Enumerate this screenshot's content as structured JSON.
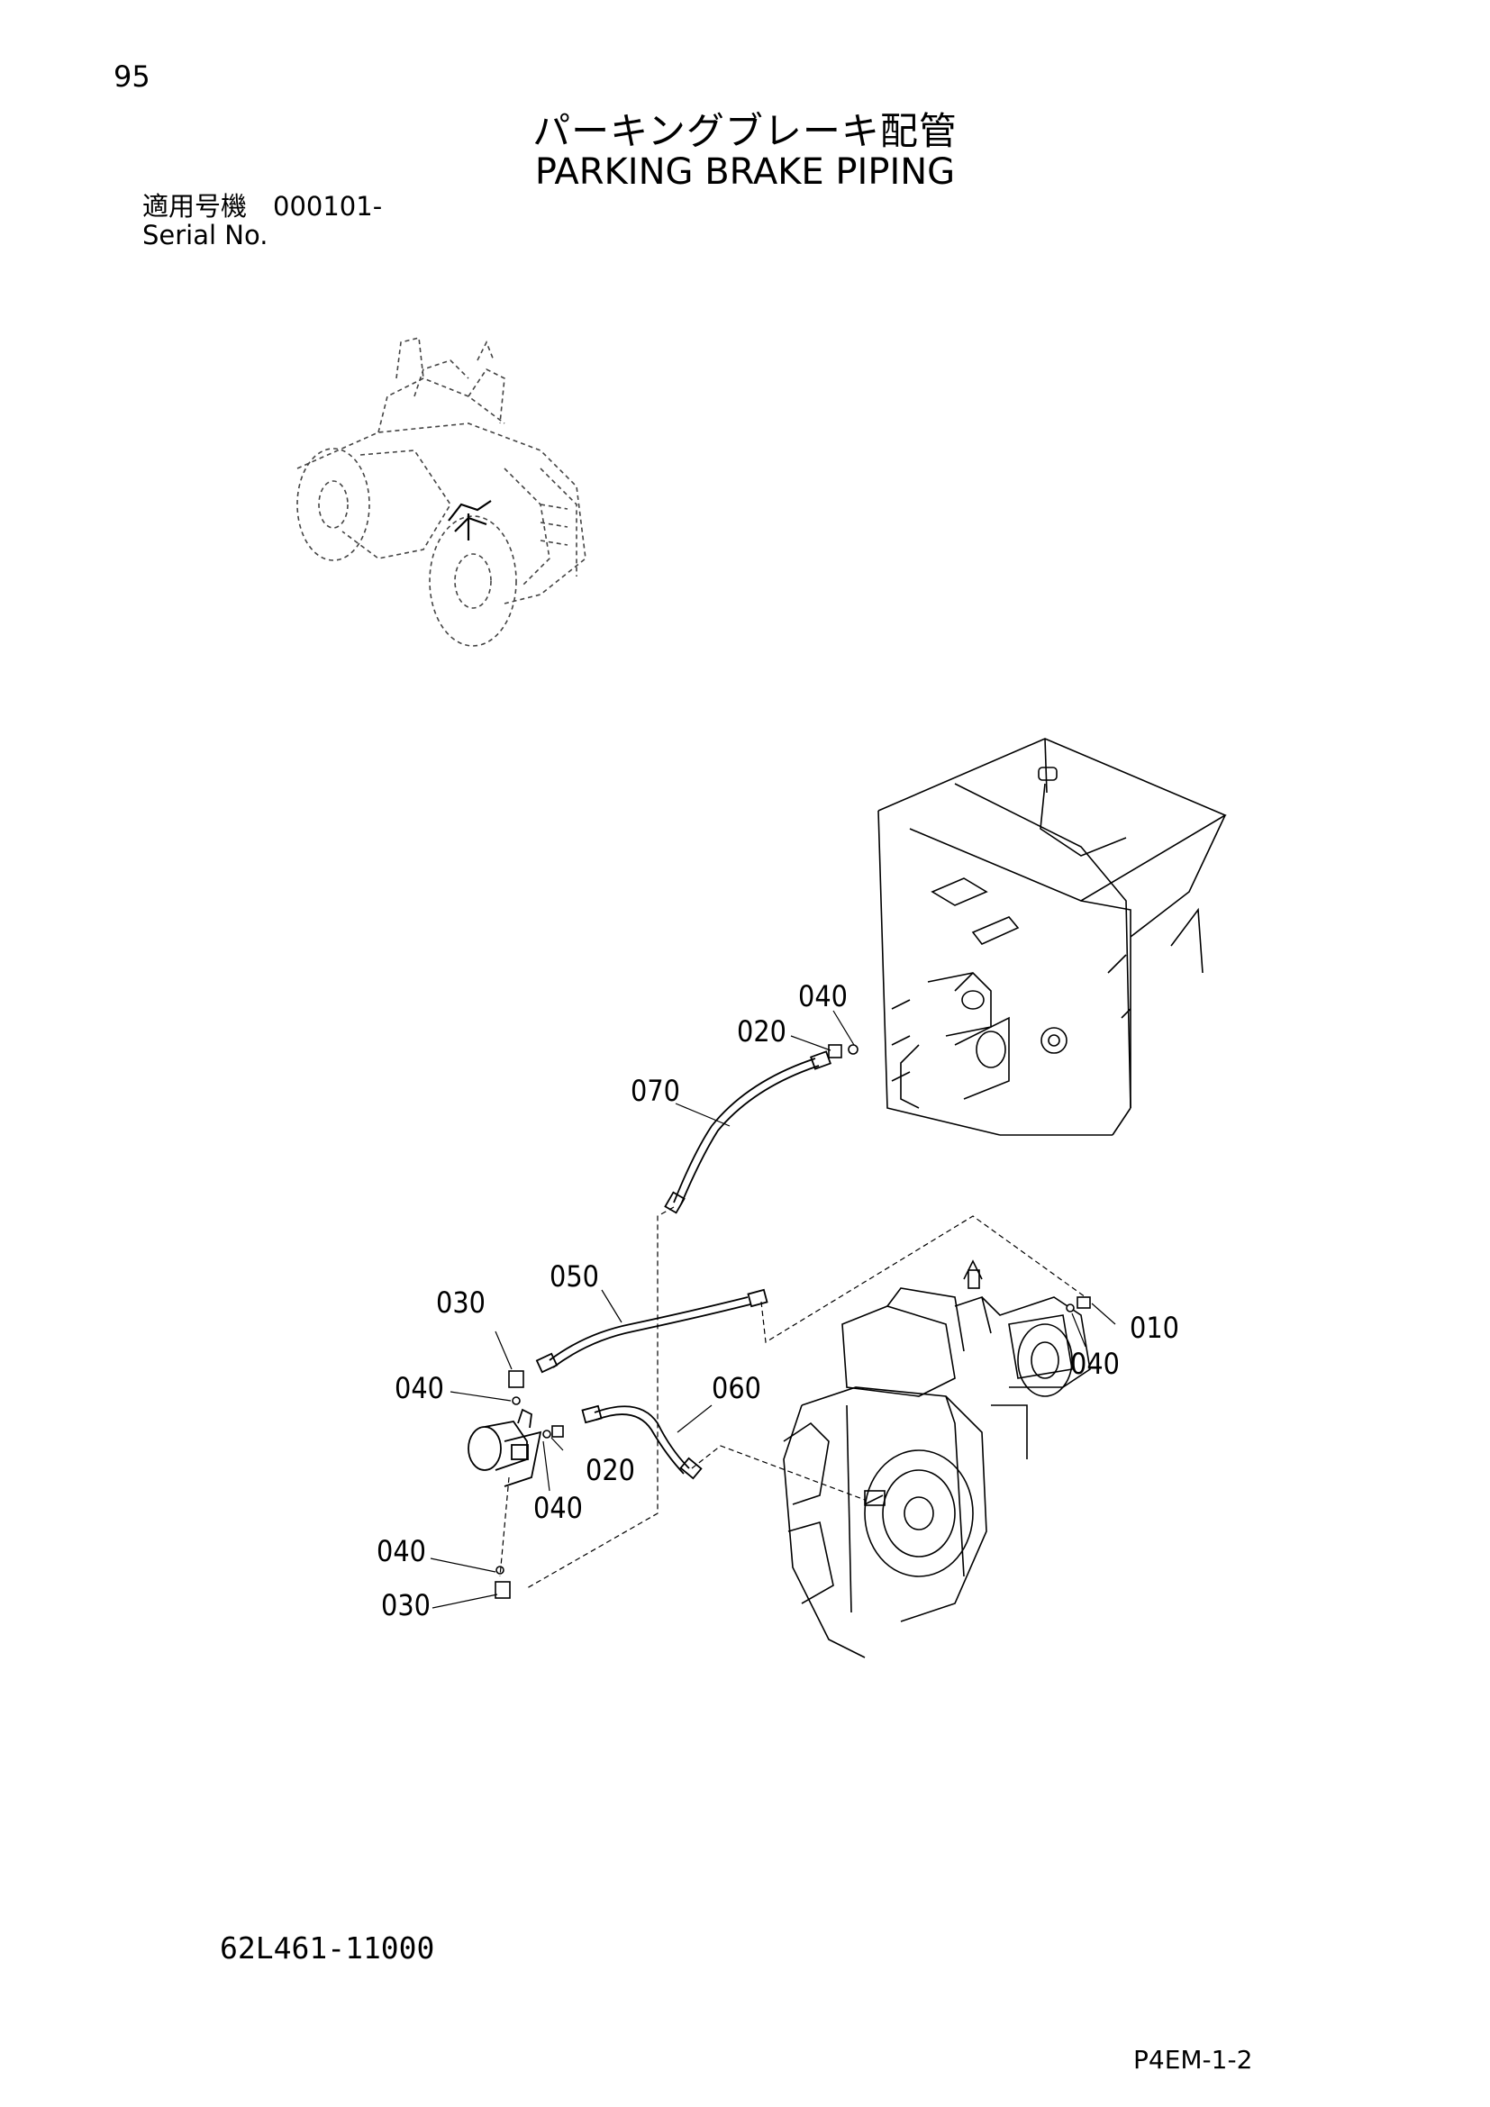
{
  "page_number": "95",
  "title_jp": "パーキングブレーキ配管",
  "title_en": "PARKING BRAKE PIPING",
  "serial_label_jp": "適用号機　000101-",
  "serial_label_en": "Serial No.",
  "callouts": [
    {
      "id": "c040a",
      "text": "040"
    },
    {
      "id": "c020a",
      "text": "020"
    },
    {
      "id": "c070",
      "text": "070"
    },
    {
      "id": "c050",
      "text": "050"
    },
    {
      "id": "c030a",
      "text": "030"
    },
    {
      "id": "c040b",
      "text": "040"
    },
    {
      "id": "c060",
      "text": "060"
    },
    {
      "id": "c020b",
      "text": "020"
    },
    {
      "id": "c040c",
      "text": "040"
    },
    {
      "id": "c040d",
      "text": "040"
    },
    {
      "id": "c030b",
      "text": "030"
    },
    {
      "id": "c010",
      "text": "010"
    },
    {
      "id": "c040e",
      "text": "040"
    }
  ],
  "part_number": "62L461-11000",
  "page_code": "P4EM-1-2"
}
